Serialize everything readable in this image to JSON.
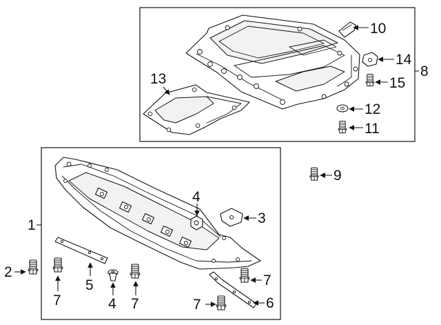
{
  "callouts": {
    "c1": "1",
    "c2": "2",
    "c3": "3",
    "c4a": "4",
    "c4b": "4",
    "c5": "5",
    "c6": "6",
    "c7a": "7",
    "c7b": "7",
    "c7c": "7",
    "c7d": "7",
    "c8": "8",
    "c9": "9",
    "c10": "10",
    "c11": "11",
    "c12": "12",
    "c13": "13",
    "c14": "14",
    "c15": "15"
  }
}
